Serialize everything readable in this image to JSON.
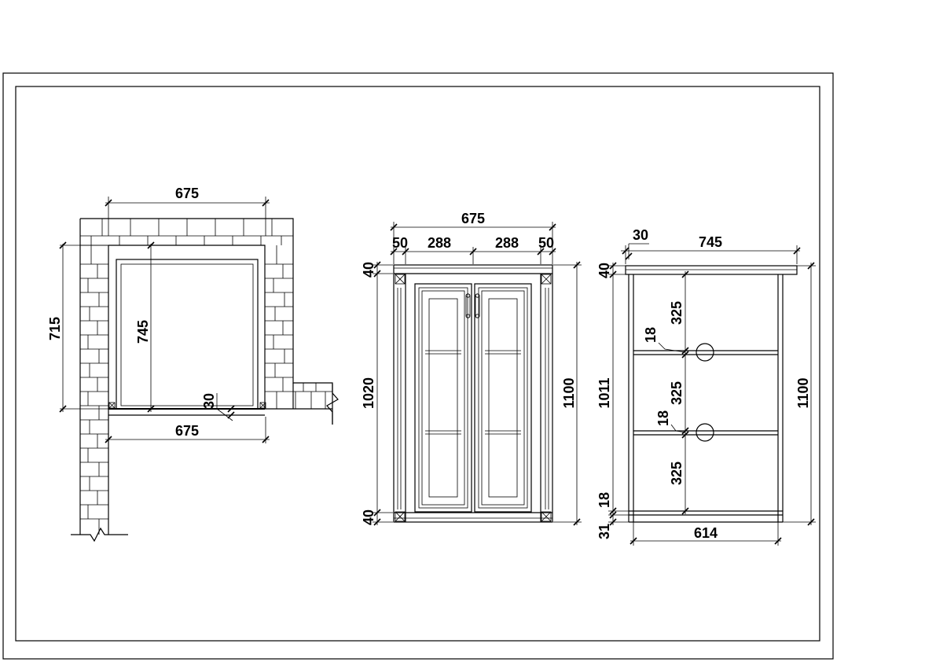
{
  "drawing": {
    "wall_opening": {
      "width_top": "675",
      "height_left": "715",
      "height_inner": "745",
      "sill": "30",
      "width_bottom": "675"
    },
    "front_view": {
      "overall_width": "675",
      "stile_left": "50",
      "door_left": "288",
      "door_right": "288",
      "stile_right": "50",
      "top_rail": "40",
      "inner_height": "1020",
      "bottom_rail": "40",
      "overall_height": "1100"
    },
    "side_section": {
      "top_overhang": "30",
      "depth": "745",
      "top_thickness": "40",
      "inner_height": "1011",
      "overall_height": "1100",
      "shelf_gap_1": "325",
      "shelf_thickness_1": "18",
      "shelf_gap_2": "325",
      "shelf_thickness_2": "18",
      "shelf_gap_3": "325",
      "bottom_thickness": "18",
      "plinth": "31",
      "inner_width": "614"
    }
  }
}
